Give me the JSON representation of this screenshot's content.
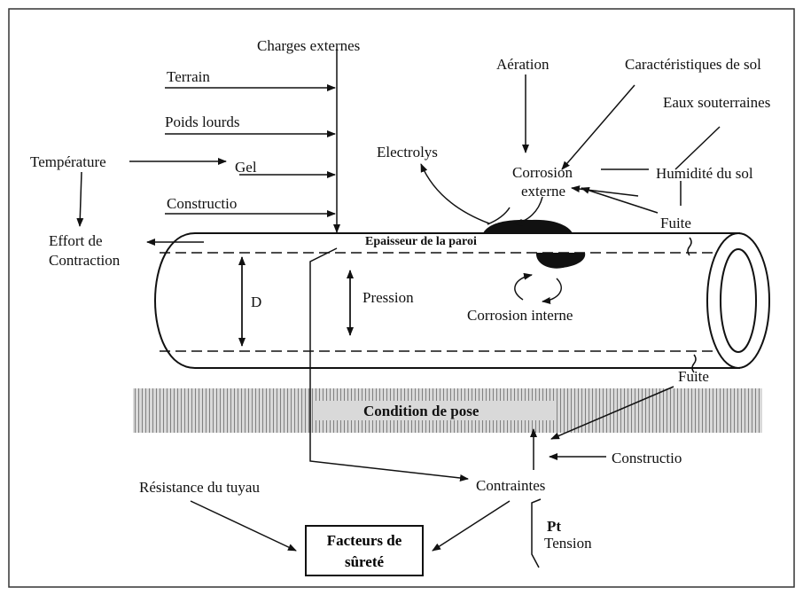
{
  "labels": {
    "charges_externes": "Charges externes",
    "terrain": "Terrain",
    "poids_lourds": "Poids lourds",
    "temperature": "Température",
    "gel": "Gel",
    "constructio_top": "Constructio",
    "effort_line1": "Effort de",
    "effort_line2": "Contraction",
    "aeration": "Aération",
    "caracteristiques": "Caractéristiques de sol",
    "eaux": "Eaux souterraines",
    "electrolys": "Electrolys",
    "corrosion_ext_1": "Corrosion",
    "corrosion_ext_2": "externe",
    "humidite": "Humidité du sol",
    "fuite_top": "Fuite",
    "epaisseur": "Epaisseur de la paroi",
    "d": "D",
    "pression": "Pression",
    "corrosion_interne": "Corrosion interne",
    "fuite_bottom": "Fuite",
    "condition_pose": "Condition de pose",
    "constructio_bottom": "Constructio",
    "resistance": "Résistance du tuyau",
    "contraintes": "Contraintes",
    "pt": "Pt",
    "tension": "Tension",
    "facteurs_1": "Facteurs de",
    "facteurs_2": "sûreté"
  }
}
